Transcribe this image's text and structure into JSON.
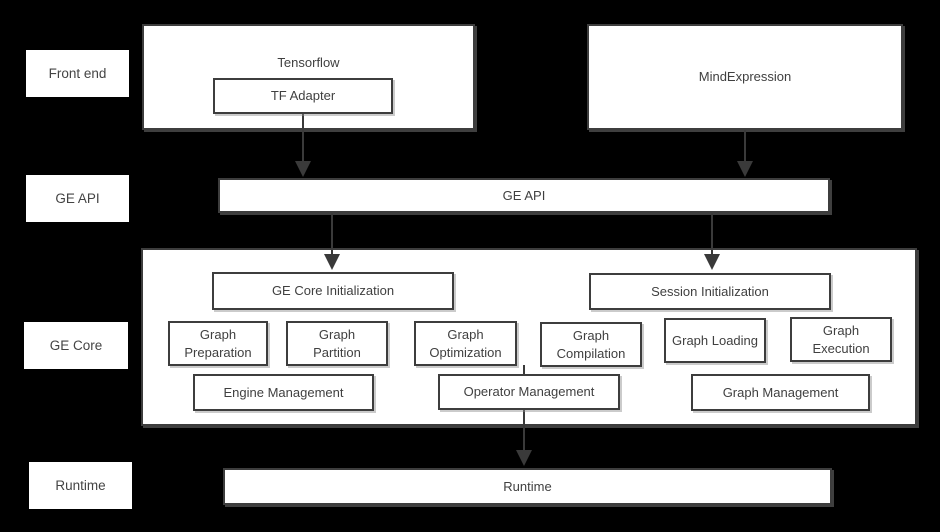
{
  "canvas": {
    "background_color": "#000000",
    "box_fill_color": "#ffffff",
    "box_border_color": "#3d3d3d",
    "text_color": "#404040",
    "arrow_color": "#3a3a3a"
  },
  "side_labels": {
    "front_end": "Front end",
    "ge_api": "GE API",
    "ge_core": "GE Core",
    "runtime": "Runtime"
  },
  "front_end": {
    "tensorflow": "Tensorflow",
    "tf_adapter": "TF Adapter",
    "mindexpression": "MindExpression"
  },
  "ge_api_bar": {
    "label": "GE API"
  },
  "ge_core": {
    "init_left": "GE Core Initialization",
    "init_right": "Session Initialization",
    "row1": [
      "Graph Preparation",
      "Graph Partition",
      "Graph Optimization",
      "Graph Compilation",
      "Graph Loading",
      "Graph Execution"
    ],
    "row2": [
      "Engine Management",
      "Operator Management",
      "Graph Management"
    ]
  },
  "runtime_bar": {
    "label": "Runtime"
  }
}
